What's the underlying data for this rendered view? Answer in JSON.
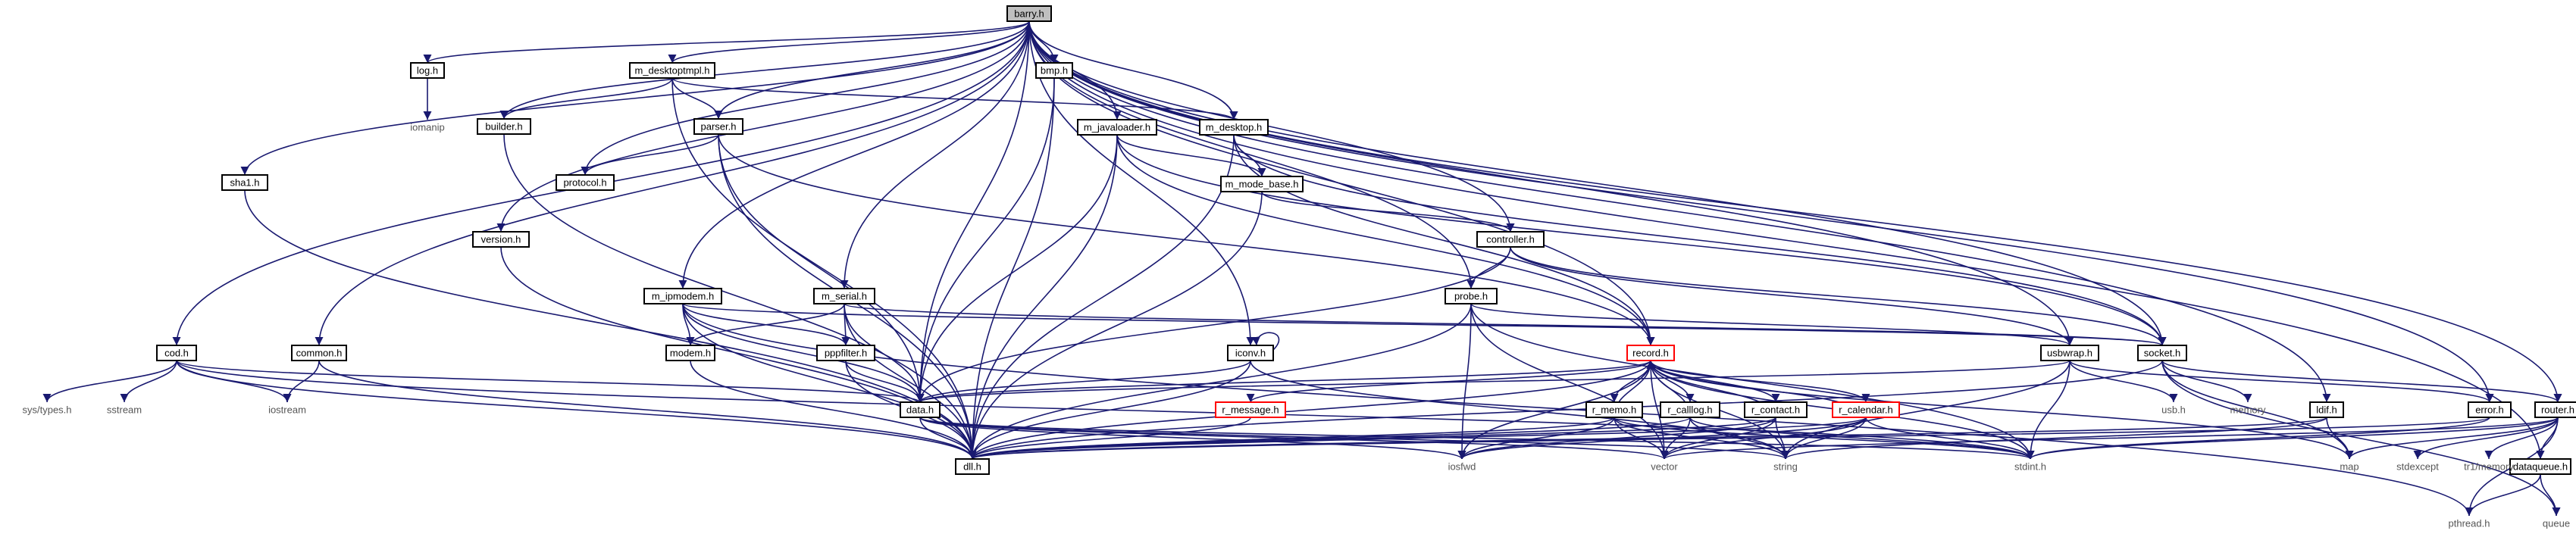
{
  "graph": {
    "root": "barry.h",
    "nodes": [
      {
        "id": "barry",
        "label": "barry.h",
        "kind": "root"
      },
      {
        "id": "log",
        "label": "log.h",
        "kind": "box"
      },
      {
        "id": "iomanip",
        "label": "iomanip",
        "kind": "ext"
      },
      {
        "id": "mdesktoptmpl",
        "label": "m_desktoptmpl.h",
        "kind": "box"
      },
      {
        "id": "builder",
        "label": "builder.h",
        "kind": "box"
      },
      {
        "id": "parser",
        "label": "parser.h",
        "kind": "box"
      },
      {
        "id": "protocol",
        "label": "protocol.h",
        "kind": "box"
      },
      {
        "id": "bmp",
        "label": "bmp.h",
        "kind": "box"
      },
      {
        "id": "mjavaloader",
        "label": "m_javaloader.h",
        "kind": "box"
      },
      {
        "id": "mdesktop",
        "label": "m_desktop.h",
        "kind": "box"
      },
      {
        "id": "mmodebase",
        "label": "m_mode_base.h",
        "kind": "box"
      },
      {
        "id": "sha1",
        "label": "sha1.h",
        "kind": "box"
      },
      {
        "id": "version",
        "label": "version.h",
        "kind": "box"
      },
      {
        "id": "controller",
        "label": "controller.h",
        "kind": "box"
      },
      {
        "id": "probe",
        "label": "probe.h",
        "kind": "box"
      },
      {
        "id": "mipmodem",
        "label": "m_ipmodem.h",
        "kind": "box"
      },
      {
        "id": "mserial",
        "label": "m_serial.h",
        "kind": "box"
      },
      {
        "id": "cod",
        "label": "cod.h",
        "kind": "box"
      },
      {
        "id": "common",
        "label": "common.h",
        "kind": "box"
      },
      {
        "id": "modem",
        "label": "modem.h",
        "kind": "box"
      },
      {
        "id": "pppfilter",
        "label": "pppfilter.h",
        "kind": "box"
      },
      {
        "id": "iconv",
        "label": "iconv.h",
        "kind": "box"
      },
      {
        "id": "record",
        "label": "record.h",
        "kind": "red"
      },
      {
        "id": "usbwrap",
        "label": "usbwrap.h",
        "kind": "box"
      },
      {
        "id": "socket",
        "label": "socket.h",
        "kind": "box"
      },
      {
        "id": "systypes",
        "label": "sys/types.h",
        "kind": "ext"
      },
      {
        "id": "sstream",
        "label": "sstream",
        "kind": "ext"
      },
      {
        "id": "iostream",
        "label": "iostream",
        "kind": "ext"
      },
      {
        "id": "data",
        "label": "data.h",
        "kind": "box"
      },
      {
        "id": "rmessage",
        "label": "r_message.h",
        "kind": "red"
      },
      {
        "id": "rmemo",
        "label": "r_memo.h",
        "kind": "box"
      },
      {
        "id": "rcalllog",
        "label": "r_calllog.h",
        "kind": "box"
      },
      {
        "id": "rcontact",
        "label": "r_contact.h",
        "kind": "box"
      },
      {
        "id": "rcalendar",
        "label": "r_calendar.h",
        "kind": "red"
      },
      {
        "id": "usbh",
        "label": "usb.h",
        "kind": "ext"
      },
      {
        "id": "memory",
        "label": "memory",
        "kind": "ext"
      },
      {
        "id": "ldif",
        "label": "ldif.h",
        "kind": "box"
      },
      {
        "id": "error",
        "label": "error.h",
        "kind": "box"
      },
      {
        "id": "router",
        "label": "router.h",
        "kind": "box"
      },
      {
        "id": "dataqueue",
        "label": "dataqueue.h",
        "kind": "box"
      },
      {
        "id": "dll",
        "label": "dll.h",
        "kind": "box"
      },
      {
        "id": "iosfwd",
        "label": "iosfwd",
        "kind": "ext"
      },
      {
        "id": "vector",
        "label": "vector",
        "kind": "ext"
      },
      {
        "id": "string",
        "label": "string",
        "kind": "ext"
      },
      {
        "id": "stdint",
        "label": "stdint.h",
        "kind": "ext"
      },
      {
        "id": "map",
        "label": "map",
        "kind": "ext"
      },
      {
        "id": "stdexcept",
        "label": "stdexcept",
        "kind": "ext"
      },
      {
        "id": "tr1memory",
        "label": "tr1/memory",
        "kind": "ext"
      },
      {
        "id": "queue",
        "label": "queue",
        "kind": "ext"
      },
      {
        "id": "pthread",
        "label": "pthread.h",
        "kind": "ext"
      }
    ],
    "colors": {
      "edge": "#191970",
      "box_border": "#000000",
      "root_fill": "#bfbfbf",
      "highlight_border": "#ff0000"
    }
  }
}
